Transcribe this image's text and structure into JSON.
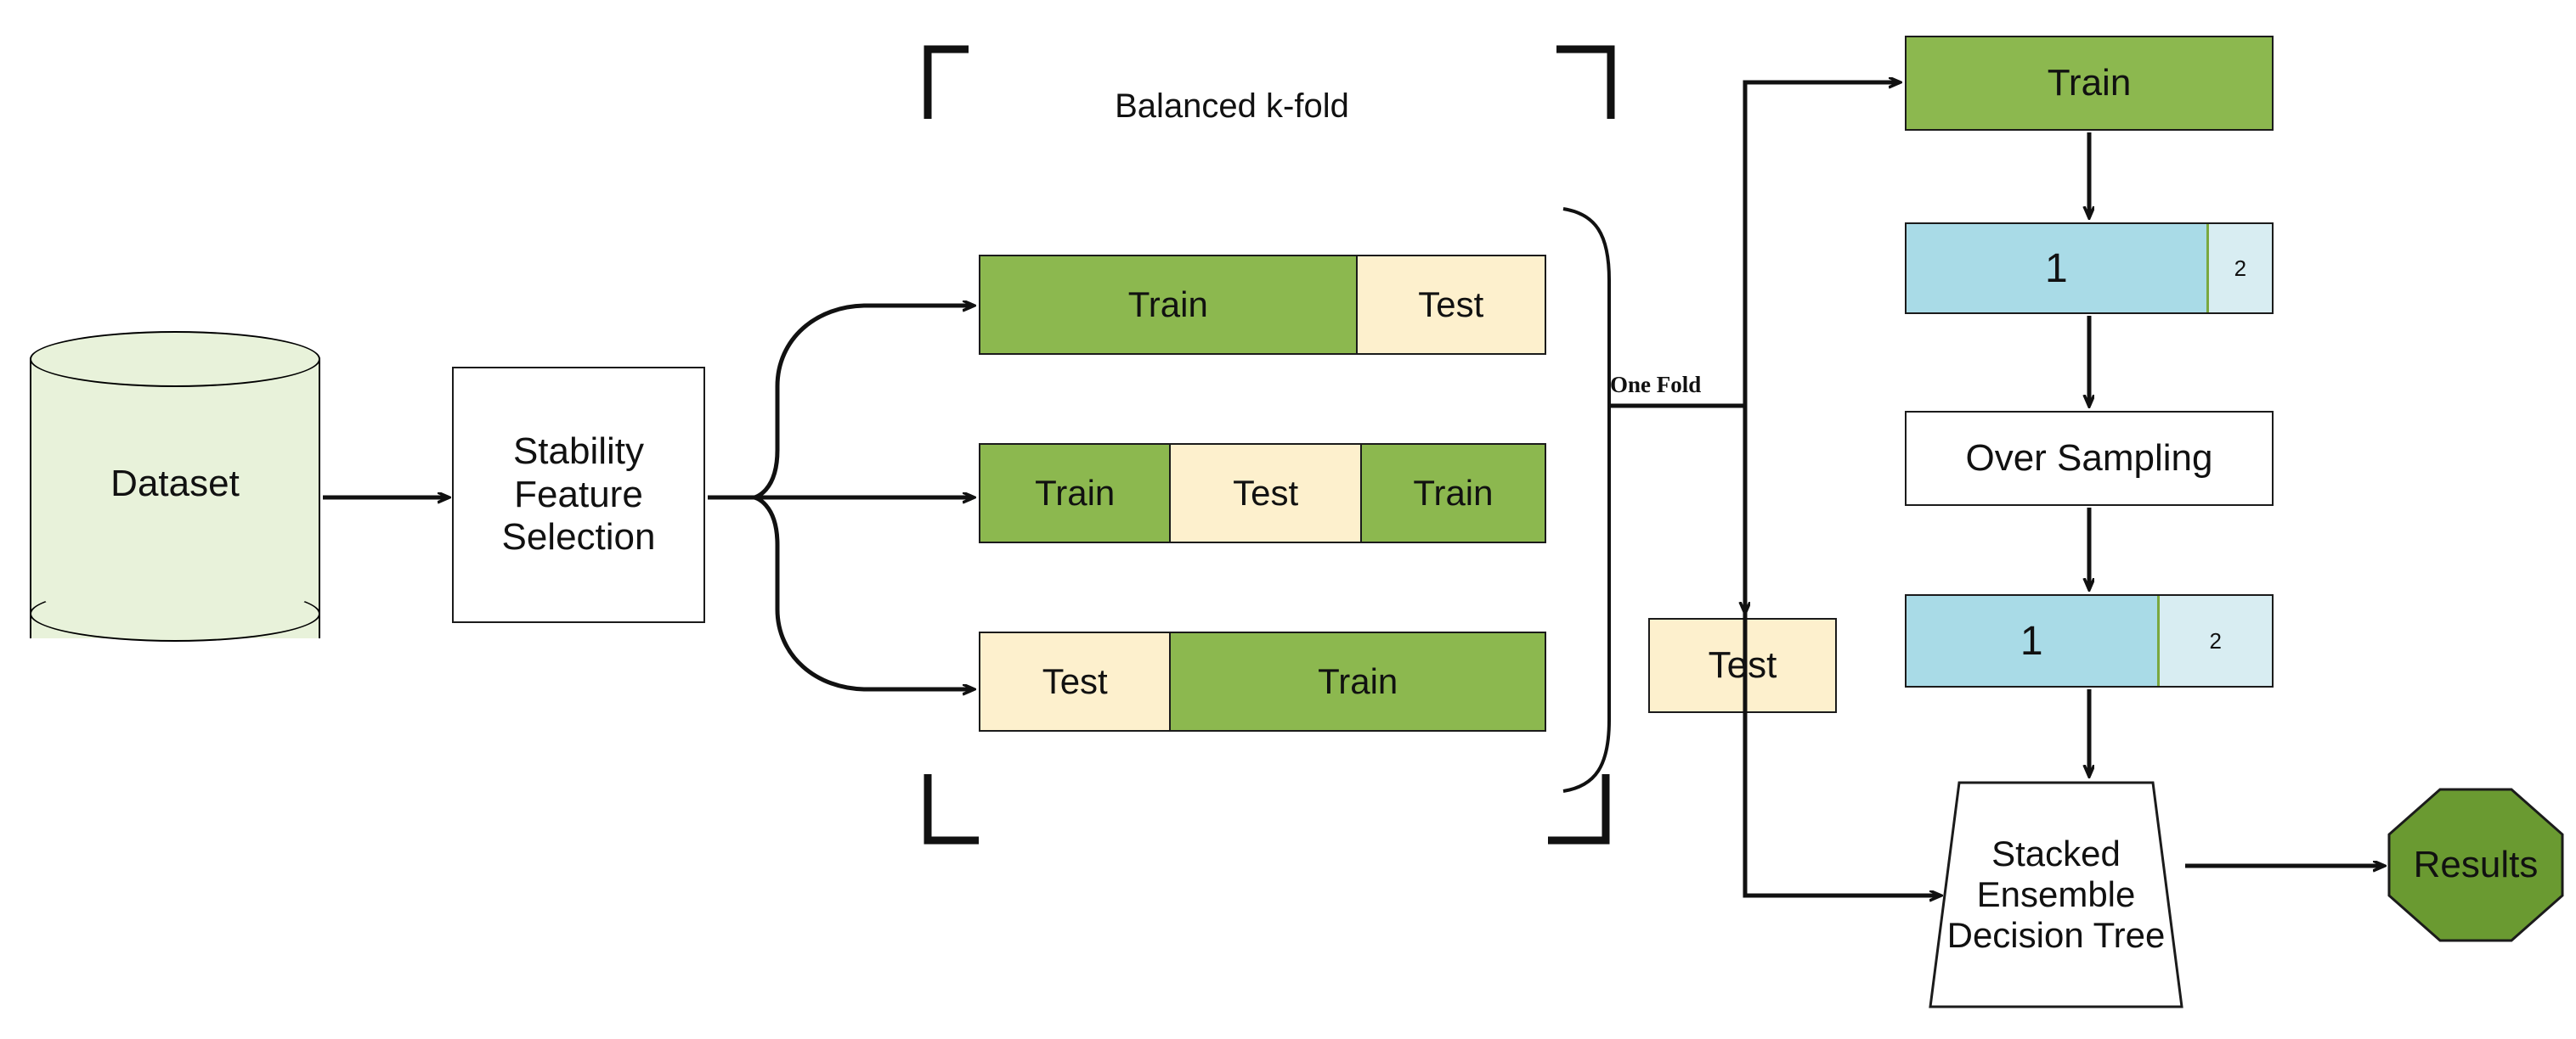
{
  "diagram": {
    "title": "Balanced k-fold cross-validation with stability feature selection pipeline",
    "colors": {
      "green_fill": "#8cb84f",
      "green_light": "#e8f2da",
      "cream_fill": "#fdf0cd",
      "blue_major": "#a9dbe7",
      "blue_minor": "#d8edf2",
      "stroke": "#1b1b1b",
      "green_stroke": "#7aa83f"
    },
    "dataset": {
      "label": "Dataset",
      "shape": "cylinder"
    },
    "feature_selection": {
      "label": "Stability\nFeature\nSelection",
      "lines": [
        "Stability",
        "Feature",
        "Selection"
      ],
      "shape": "rectangle"
    },
    "kfold": {
      "group_label": "Balanced k-fold",
      "bracket_label": "One Fold",
      "folds": [
        {
          "index": 1,
          "segments": [
            {
              "label": "Train",
              "type": "train",
              "fraction": 0.665
            },
            {
              "label": "Test",
              "type": "test",
              "fraction": 0.335
            }
          ]
        },
        {
          "index": 2,
          "segments": [
            {
              "label": "Train",
              "type": "train",
              "fraction": 0.335
            },
            {
              "label": "Test",
              "type": "test",
              "fraction": 0.335
            },
            {
              "label": "Train",
              "type": "train",
              "fraction": 0.33
            }
          ]
        },
        {
          "index": 3,
          "segments": [
            {
              "label": "Test",
              "type": "test",
              "fraction": 0.335
            },
            {
              "label": "Train",
              "type": "train",
              "fraction": 0.665
            }
          ]
        }
      ]
    },
    "pipeline": {
      "train_box": {
        "label": "Train"
      },
      "test_box": {
        "label": "Test"
      },
      "class_bar_before": {
        "segments": [
          {
            "label": "1",
            "fraction": 0.82
          },
          {
            "label": "2",
            "fraction": 0.18
          }
        ]
      },
      "over_sampling": {
        "label": "Over Sampling"
      },
      "class_bar_after": {
        "segments": [
          {
            "label": "1",
            "fraction": 0.685
          },
          {
            "label": "2",
            "fraction": 0.315
          }
        ]
      },
      "model": {
        "lines": [
          "Stacked",
          "Ensemble",
          "Decision Tree"
        ],
        "shape": "trapezoid"
      },
      "results": {
        "label": "Results",
        "shape": "octagon"
      }
    }
  }
}
